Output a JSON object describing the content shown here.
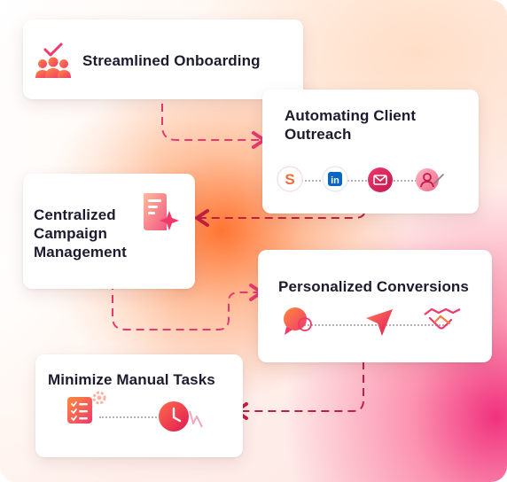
{
  "cards": {
    "onboarding": {
      "title": "Streamlined Onboarding"
    },
    "outreach": {
      "title": "Automating Client Outreach"
    },
    "campaign": {
      "title": "Centralized Campaign Management"
    },
    "conversions": {
      "title": "Personalized Conversions"
    },
    "manual": {
      "title": "Minimize Manual Tasks"
    }
  },
  "icons": {
    "onboarding": "team-check-icon",
    "outreach": [
      "s-logo-icon",
      "linkedin-icon",
      "email-icon",
      "user-target-icon"
    ],
    "campaign": "document-sparkle-icon",
    "conversions": [
      "chat-bubble-icon",
      "send-icon",
      "handshake-icon"
    ],
    "manual": [
      "checklist-gear-icon",
      "clock-icon"
    ]
  },
  "colors": {
    "accent": "#f0386b",
    "accent_orange": "#ff7a3d",
    "connector": "#e8386e",
    "text": "#1e1b2e"
  }
}
